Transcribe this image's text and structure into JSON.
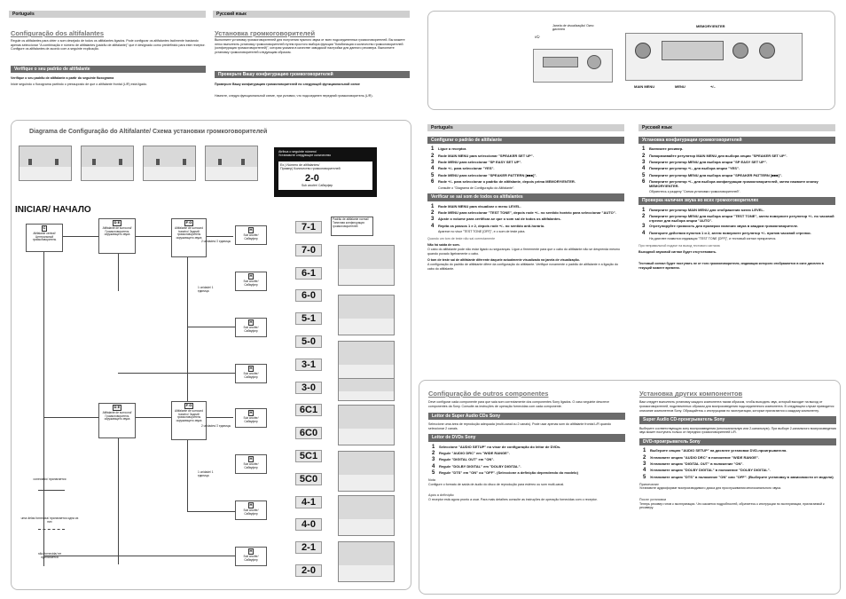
{
  "left_page": {
    "lang_pt": "Português",
    "lang_ru": "Русский язык",
    "pt_title": "Configuração dos altifalantes",
    "pt_intro": "Regule os altifalantes para obter o som desejado de todos os altifalantes ligados. Pode configurar os altifalantes facilmente bastando apenas seleccionar \"A combinação e número de altifalantes (padrão de altifalante)\" que é designado como predefinido para este receptor. Configure os altifalantes de acordo com a seguinte explicação.",
    "pt_sub": "Verifique o seu padrão de altifalante",
    "pt_sub_bold": "Verifique o seu padrão de altifalante a partir do seguinte fluxograma",
    "pt_sub_text": "Inicie seguindo o fluxograma partindo o pressuposto de que o altifalante frontal (L/R) está ligado.",
    "ru_title": "Установка громкоговорителей",
    "ru_intro": "Выполните установку громкоговорителей для получения нужного звука от всех подсоединенных громкоговорителей. Вы можете легко выполнить установку громкоговорителей путем простого выбора функции \"Комбинация и количество громкоговорителей (конфигурация громкоговорителей)\", которая указана в качестве заводской настройки для данного ресивера. Выполните установку громкоговорителей следующим образом.",
    "ru_sub": "Проверьте Вашу конфигурацию громкоговорителей",
    "ru_sub_bold": "Проверьте Вашу конфигурацию громкоговорителей по следующей функциональной схеме",
    "ru_sub_text": "Начните, следуя функциональной схеме, при условии, что подсоединен передний громкоговоритель (L/R).",
    "flow_title": "Diagrama de Configuração do Altifalante/ Схема установки громкоговорителей",
    "start": "INICIAR/ НАЧАЛО",
    "legend_line1": "Atribua o seguinte número/",
    "legend_line2": "Установите следующее количество",
    "legend_ex1": "Ex.) Número de altifalantes/",
    "legend_ex2": "Пример) Количество громкоговорителей",
    "legend_code": "2-0",
    "legend_sub": "Sub woofer/ Сабвуфер",
    "box_c": "Altifalante central/ Центральный громкоговоритель",
    "box_de": "Altifalante de surround/ Громкоговоритель окружающего звука",
    "box_fg": "Altifalante de surround traseiro/ Задний громкоговоритель окружающего звука",
    "two_units": "2 unidades/ 2 единицы",
    "one_unit": "1 unidade/ 1 единица",
    "sub_woofer": "Sub woofer/ Сабвуфер",
    "default_pattern": "Padrão de altifalante normal/ Типичная конфигурация громкоговорителей",
    "codes": [
      "7-1",
      "7-0",
      "6-1",
      "6-0",
      "5-1",
      "5-0",
      "3-1",
      "3-0",
      "6C1",
      "6C0",
      "5C1",
      "5C0",
      "4-1",
      "4-0",
      "2-1",
      "2-0"
    ],
    "leg_connected": "conectado/ прилагается",
    "leg_one": "uma delas fornecida/ прилагается одна из них",
    "leg_none": "não fornecida/ не прилагается"
  },
  "right_top": {
    "display_label": "Janela de visualização/ Окно дисплея",
    "memory_label": "MEMORY/ENTER",
    "main_menu": "MAIN MENU",
    "plus_minus": "+/–",
    "power": "I/⏻"
  },
  "right_mid": {
    "pt_head": "Português",
    "ru_head": "Русский язык",
    "pt_bar1": "Configurar o padrão de altifalante",
    "pt_steps1": [
      "Ligue o receptor.",
      "Rode MAIN MENU para seleccionar \"SPEAKER SET UP\".",
      "Rode MENU para seleccionar \"SP EASY SET UP\".",
      "Rode +/– para seleccionar \"YES\".",
      "Rode MENU para seleccionar \"SPEAKER PATTERN [■■■]\".",
      "Rode +/– para seleccionar o padrão de altifalante, depois prima MEMORY/ENTER."
    ],
    "pt_steps1_note": "Consulte o \"Diagrama de Configuração do Altifalante\".",
    "pt_bar2": "Verificar se sai som de todos os altifalantes",
    "pt_steps2": [
      "Rode MAIN MENU para visualizar o menu LEVEL.",
      "Rode MENU para seleccionar \"TEST TONE\", depois rode +/– no sentido horário para seleccionar \"AUTO\".",
      "Ajuste o volume para certificar-se que o som sai de todos os altifalantes.",
      "Repita os passos 1 e 2, depois rode +/– no sentido anti-horário."
    ],
    "pt_steps2_note": "Aparece no visor \"TEST TONE [OFF]\", e o som de teste pára.",
    "pt_when": "Quando um tom de teste não sai correctamente",
    "pt_no_sound": "Não há saída de som.",
    "pt_no_sound_text": "O cabo do altifalante pode não estar ligado ou seguranças. Ligue-o firmemente para que o cabo do altifalante não se desprenda mesmo quando puxado ligeiramente o cabo.",
    "pt_wrong": "O tom de teste sai de altifalante diferente daquele actualmente visualizado na janela de visualização.",
    "pt_wrong_text": "A configuração do padrão de altifalante difere da configuração do altifalante. Verifique novamente o padrão de altifalante e a ligação do cabo do altifalante.",
    "ru_bar1": "Установка конфигурации громкоговорителей",
    "ru_steps1": [
      "Включите ресивер.",
      "Поворачивайте регулятор MAIN MENU для выбора опции \"SPEAKER SET UP\".",
      "Поверните регулятор MENU для выбора опции \"SP EASY SET UP\".",
      "Поверните регулятор +/– для выбора опции \"YES\".",
      "Поверните регулятор MENU для выбора опции \"SPEAKER PATTERN [■■■]\".",
      "Поверните регулятор +/– для выбора конфигурации громкоговорителей, затем нажмите кнопку MEMORY/ENTER."
    ],
    "ru_steps1_note": "Обратитесь к разделу \"Схема установки громкоговорителей\".",
    "ru_bar2": "Проверка наличия звука во всех громкоговорителях",
    "ru_steps2": [
      "Поверните регулятор MAIN MENU для отображения меню LEVEL.",
      "Поверните регулятор MENU для выбора опции \"TEST TONE\", затем поверните регулятор +/– по часовой стрелке для выбора опции \"AUTO\".",
      "Отрегулируйте громкость для проверки наличия звука в каждом громкоговорителе.",
      "Повторите действия пунктов 1 и 2, затем поверните регулятор +/– против часовой стрелки."
    ],
    "ru_steps2_note": "На дисплее появится индикация \"TEST TONE [OFF]\", и тестовый сигнал прекратится.",
    "ru_when": "При неправильной подаче на выход тестового сигнала",
    "ru_no_sound": "Выходной звуковой сигнал будет отсутствовать.",
    "ru_wrong": "Тестовый сигнал будет поступать не от того громкоговорителя, индикация которого отображается в окне дисплея в текущий момент времени."
  },
  "right_bot": {
    "pt_title": "Configuração de outros componentes",
    "pt_intro": "Deve configurar cada componente para que saia som correctamente dos componentes Sony ligados. O caso seguinte descreve componentes da Sony. Consulte as instruções de operação fornecidas com cada componente.",
    "pt_bar1": "Leitor de Super Audio CDs Sony",
    "pt_bar1_text": "Seleccione uma área de reprodução adequada (multi-canal ou 2 canais). Pode usar apenas som do altifalante frontal L/R quando seleccionar 2 canais.",
    "pt_bar2": "Leitor de DVDs Sony",
    "pt_steps": [
      "Seleccione \"AUDIO SETUP\" no visor de configuração do leitor de DVDs.",
      "Regule \"AUDIO DRC\" em \"WIDE RANGE\".",
      "Regule \"DIGITAL OUT\" em \"ON\".",
      "Regule \"DOLBY DIGITAL\" em \"DOLBY DIGITAL\".",
      "Regule \"DTS\" em \"ON\" ou \"OFF\". (Seleccione a definição dependendo do modelo)"
    ],
    "pt_note_head": "Nota",
    "pt_note": "Configure o formato de saída de áudio do disco de reprodução para estéreo ou som multi-canal.",
    "pt_after_head": "Após a definição",
    "pt_after": "O receptor está agora pronto a usar. Para mais detalhes consulte as instruções de operação fornecidas com o receptor.",
    "ru_title": "Установка других компонентов",
    "ru_intro": "Вам следует выполнить установку каждого компонента таким образом, чтобы выходить звук, который выходит на выход от громкоговорителей, подключенных образом для воспроизведения подсоединенного компонента. В следующем случае приводится описание компонентов Sony. Обращайтесь к инструкциям по эксплуатации, которые прилагаются к каждому компоненту.",
    "ru_bar1": "Super Audio CD-проигрыватель Sony",
    "ru_bar1_text": "Выберите соответствующую зону воспроизведения (многоканальную или 2-канальную). При выборе 2-канального воспроизведения звук может поступать только от передних громкоговорителей L/R.",
    "ru_bar2": "DVD-проигрыватель Sony",
    "ru_steps": [
      "Выберите опцию \"AUDIO SETUP\" на дисплее установки DVD-проигрывателя.",
      "Установите опцию \"AUDIO DRC\" в положение \"WIDE RANGE\".",
      "Установите опцию \"DIGITAL OUT\" в положение \"ON\".",
      "Установите опцию \"DOLBY DIGITAL\" в положение \"DOLBY DIGITAL\".",
      "Установите опцию \"DTS\" в положение \"ON\" или \"OFF\". (Выберите установку в зависимости от модели)"
    ],
    "ru_note_head": "Примечание",
    "ru_note": "Установите аудиоформат воспроизводимого диска для прослушивания многоканального звука.",
    "ru_after_head": "После установки",
    "ru_after": "Теперь ресивер готов к эксплуатации. Что касается подробностей, обратитесь к инструкции по эксплуатации, прилагаемой к ресиверу."
  }
}
